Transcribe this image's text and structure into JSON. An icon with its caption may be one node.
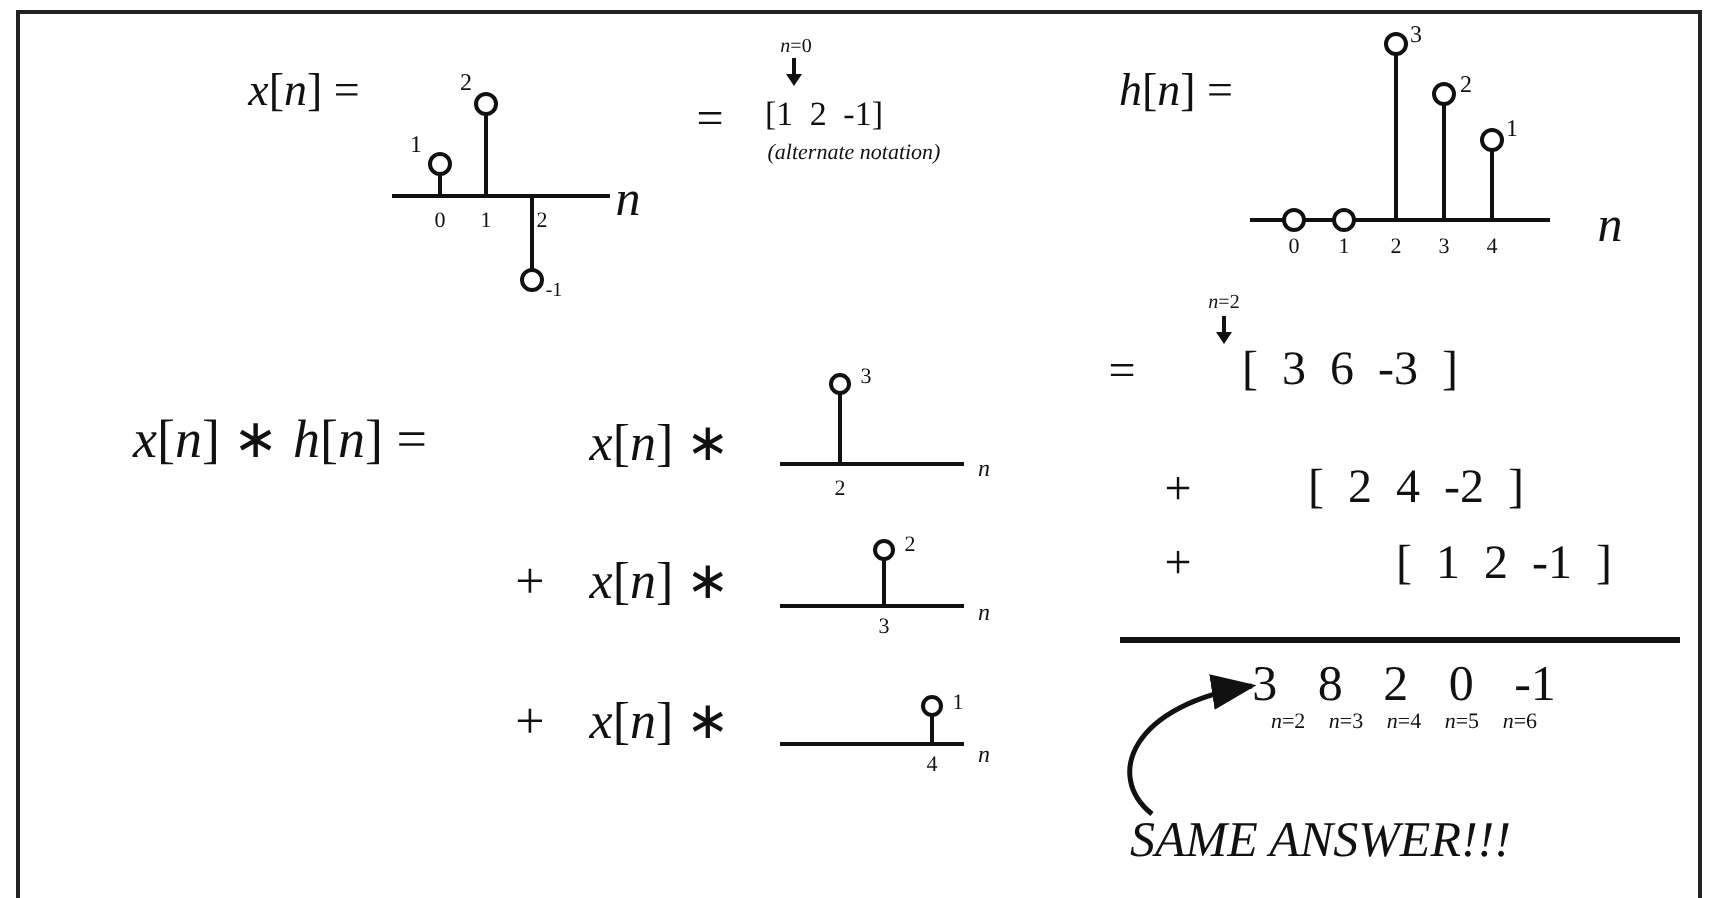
{
  "diagram": {
    "nodes": [
      {
        "text": [
          "3 8 2 0 -1",
          "*n*=2 *n*=3 *n*=4 *n*=5 *n*=6"
        ]
      },
      {
        "text": [
          "SAME ANSWER!!!"
        ]
      }
    ],
    "edges": [
      {
        "from": 1,
        "to": 0,
        "arrow": "to"
      }
    ],
    "labels": [
      "*x*[*n*] =",
      "1",
      "2",
      "0",
      "1",
      "2",
      "-1",
      "n",
      "=",
      "*n*=0",
      "[1 2 -1]",
      "(alternate notation)",
      "*h*[*n*] =",
      "3",
      "2",
      "1",
      "0",
      "1",
      "2",
      "3",
      "4",
      "n",
      "*x*[*n*] ∗ *h*[*n*] =",
      "*x*[*n*] ∗",
      "3",
      "2",
      "n",
      "+",
      "*x*[*n*] ∗",
      "2",
      "3",
      "n",
      "+",
      "*x*[*n*] ∗",
      "1",
      "4",
      "n",
      "*n*=2",
      "=",
      "[ 3 6 -3 ]",
      "+",
      "[ 2 4 -2 ]",
      "+",
      "[ 1 2 -1 ]"
    ]
  }
}
